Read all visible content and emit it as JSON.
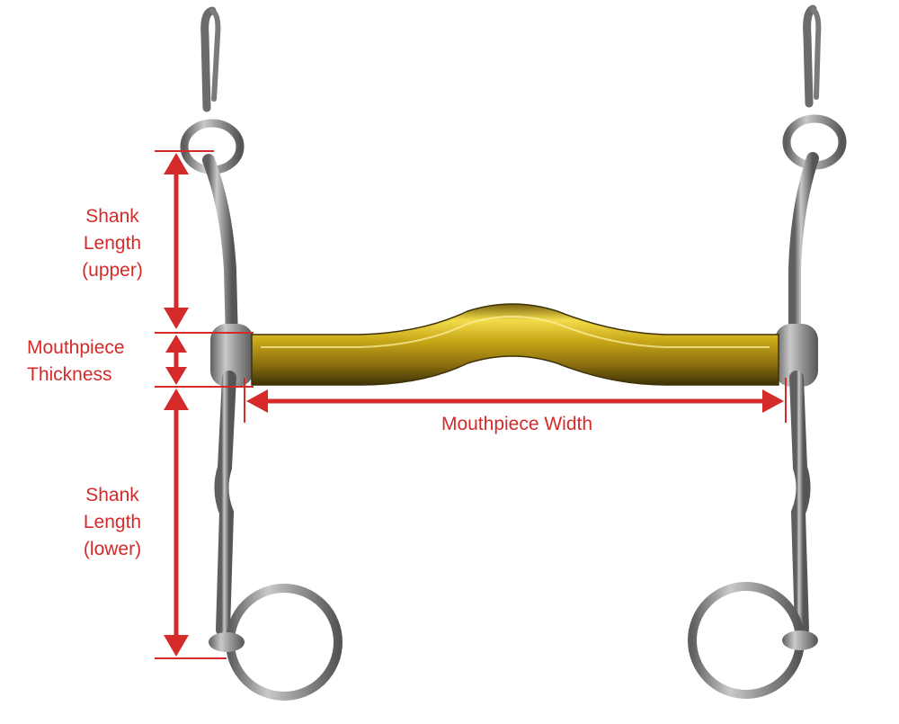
{
  "diagram": {
    "labels": {
      "shank_upper": [
        "Shank",
        "Length",
        "(upper)"
      ],
      "mouthpiece_thickness": [
        "Mouthpiece",
        "Thickness"
      ],
      "mouthpiece_width": "Mouthpiece Width",
      "shank_lower": [
        "Shank",
        "Length",
        "(lower)"
      ]
    },
    "colors": {
      "annotation": "#d42a2a",
      "metal": "#8a8a8a",
      "mouthpiece": "#c9a818",
      "background": "#ffffff"
    }
  }
}
